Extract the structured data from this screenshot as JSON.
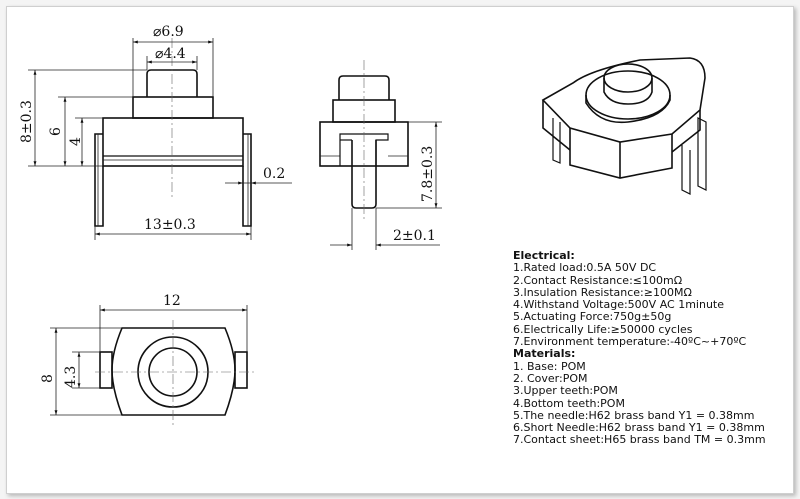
{
  "dimensions": {
    "dia_outer": "⌀6.9",
    "dia_inner": "⌀4.4",
    "height_total": "8±0.3",
    "height_body": "6",
    "height_4": "4",
    "width_13": "13±0.3",
    "pin_thickness": "0.2",
    "pin_length": "7.8±0.3",
    "pin_width": "2±0.1",
    "bottom_width": "12",
    "bottom_height": "8",
    "bottom_inner": "4.3"
  },
  "electrical": {
    "heading": "Electrical:",
    "items": [
      "1.Rated load:0.5A 50V DC",
      "2.Contact Resistance:≤100mΩ",
      "3.Insulation Resistance:≥100MΩ",
      "4.Withstand Voltage:500V AC 1minute",
      "5.Actuating Force:750g±50g",
      "6.Electrically Life:≥50000 cycles",
      "7.Environment temperature:-40ºC~+70ºC"
    ]
  },
  "materials": {
    "heading": "Materials:",
    "items": [
      "1. Base: POM",
      "2. Cover:POM",
      "3.Upper teeth:POM",
      "4.Bottom teeth:POM",
      "5.The needle:H62 brass band Y1 = 0.38mm",
      "6.Short Needle:H62 brass band Y1 = 0.38mm",
      "7.Contact sheet:H65 brass band TM = 0.3mm"
    ]
  }
}
